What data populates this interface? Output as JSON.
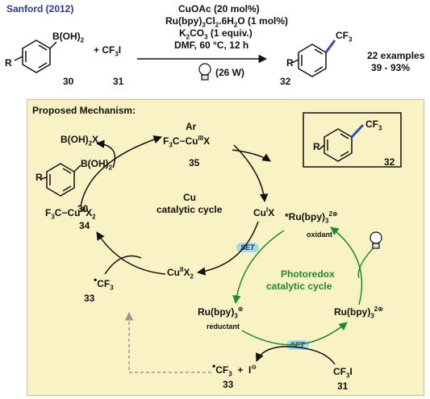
{
  "header": {
    "citation": "Sanford (2012)",
    "conditions": [
      "CuOAc (20 mol%)",
      "Ru(bpy)3Cl2.6H2O (1 mol%)",
      "K2CO3 (1 equiv.)",
      "DMF, 60 °C, 12 h"
    ],
    "light_label": "(26 W)",
    "boronic_acid": "B(OH)2",
    "plus": "+",
    "reagent": "CF3I",
    "compound_numbers": [
      "30",
      "31",
      "32"
    ],
    "product_group": "CF3",
    "r_label": "R",
    "results": [
      "22 examples",
      "39 - 93%"
    ]
  },
  "mechanism": {
    "title": "Proposed Mechanism:",
    "cu_cycle": [
      "Cu",
      "catalytic cycle"
    ],
    "photo_cycle": [
      "Photoredox",
      "catalytic cycle"
    ],
    "species": {
      "boron_byproduct": "B(OH)2X",
      "cu3_aryl_ar": "Ar",
      "cu3_aryl": "F3C−CuIIIX",
      "num_35": "35",
      "num_34": "34",
      "num_33a": "33",
      "num_33b": "33",
      "num_32": "32",
      "num_30": "30",
      "num_31": "31",
      "cu1": "CuIX",
      "cu2": "CuIIX2",
      "cu3_x2": "F3C−CuIIIX2",
      "ru_star": "*Ru(bpy)3 2+",
      "oxidant": "oxidant",
      "ru_plus": "Ru(bpy)3 +",
      "reductant": "reductant",
      "ru_2plus": "Ru(bpy)3 2+",
      "cf3_radical": "CF3",
      "iodide": "I−",
      "cf3i": "CF3I",
      "set": "SET"
    }
  }
}
